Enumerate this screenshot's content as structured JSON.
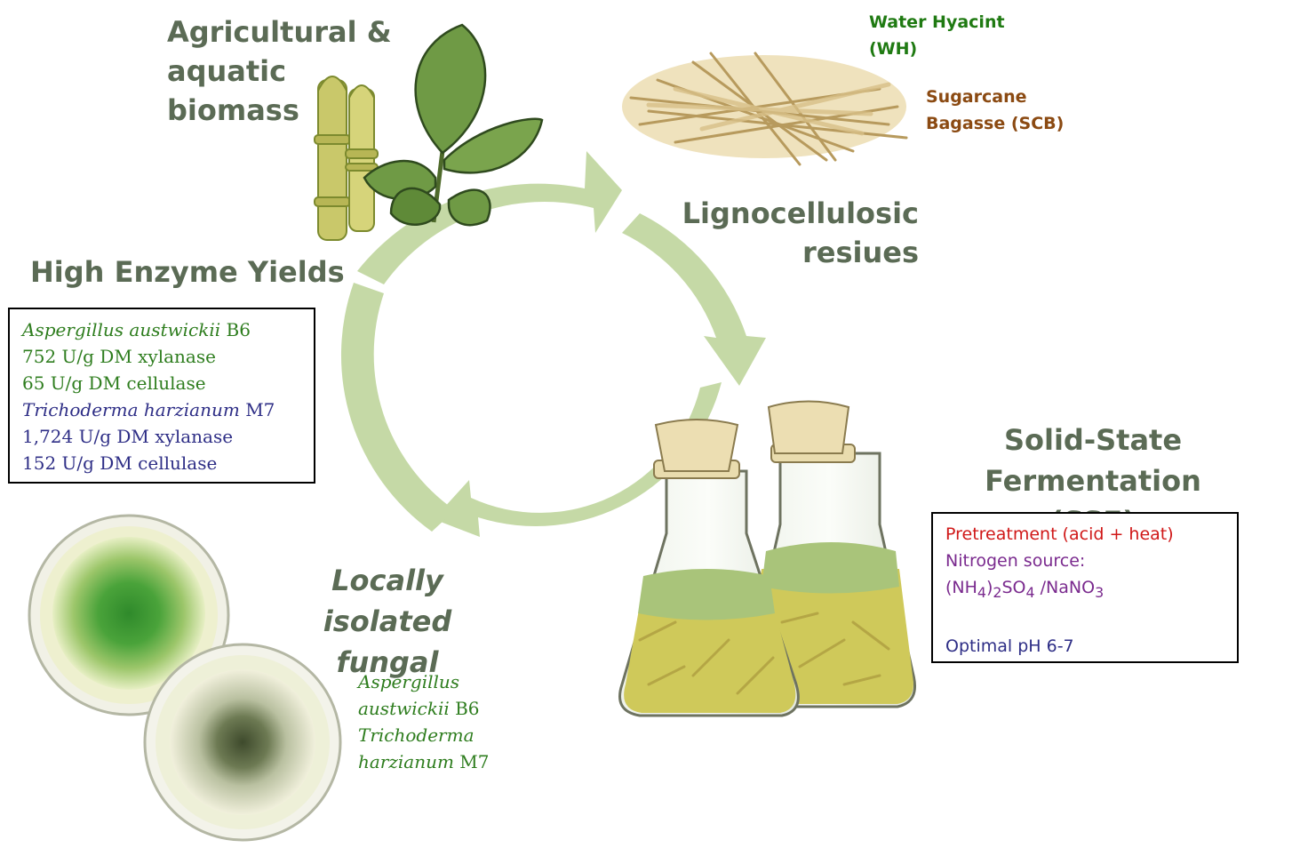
{
  "labels": {
    "biomass": [
      "Agricultural &",
      "aquatic",
      "biomass"
    ],
    "water_hyacinth": [
      "Water Hyacint",
      "(WH)"
    ],
    "sugarcane": [
      "Sugarcane",
      "Bagasse (SCB)"
    ],
    "ligno": [
      "Lignocellulosic",
      "resiues"
    ],
    "enzyme_yields": "High Enzyme Yields",
    "ssf": [
      "Solid-State Fermentation",
      "(SSF)"
    ],
    "fungal": [
      "Locally isolated",
      "fungal"
    ]
  },
  "yields_box": [
    {
      "species": "Aspergillus austwickii",
      "strain": "B6",
      "xylanase": "752 U/g DM xylanase",
      "cellulase": "65 U/g DM cellulase"
    },
    {
      "species": "Trichoderma harzianum",
      "strain": "M7",
      "xylanase": "1,724 U/g DM xylanase",
      "cellulase": "152 U/g DM cellulase"
    }
  ],
  "ssf_box": {
    "pretreatment": "Pretreatment (acid + heat)",
    "nitrogen": "Nitrogen source:",
    "n_a": "(NH",
    "n_b": "4",
    "n_c": ")",
    "n_d": "2",
    "n_e": "SO",
    "n_f": "4",
    "n_g": " /NaNO",
    "n_h": "3",
    "ph": "Optimal pH 6-7"
  },
  "fungi_list": {
    "a_genus": "Aspergillus",
    "a_species": "austwickii",
    "a_strain": " B6",
    "t_genus": "Trichoderma",
    "t_species": "harzianum",
    "t_strain": " M7"
  },
  "colors": {
    "cycle": "#c5d9a6",
    "label": "#5b6b55",
    "green_text": "#2e7d1e",
    "navy_text": "#2e2e86",
    "brown_text": "#8b4a12"
  }
}
